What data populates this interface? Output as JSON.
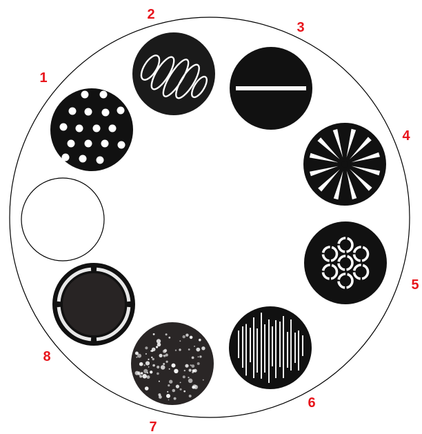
{
  "slots": [
    {
      "label": "1",
      "pattern": "dots"
    },
    {
      "label": "2",
      "pattern": "tilted-ellipses"
    },
    {
      "label": "3",
      "pattern": "horizontal-line"
    },
    {
      "label": "4",
      "pattern": "starburst"
    },
    {
      "label": "5",
      "pattern": "seven-rings"
    },
    {
      "label": "6",
      "pattern": "vertical-lines"
    },
    {
      "label": "7",
      "pattern": "scattered-stars"
    },
    {
      "label": "8",
      "pattern": "segmented-ring"
    }
  ],
  "open_slot": {
    "pattern": "open"
  },
  "colors": {
    "label": "#e8141b",
    "gobo": "#111111",
    "wheel_outline": "#000000"
  }
}
